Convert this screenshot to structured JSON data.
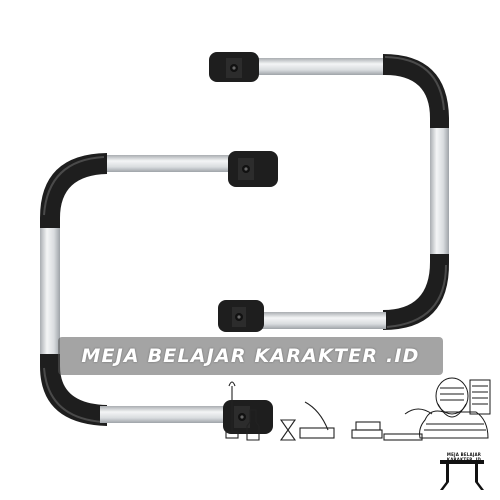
{
  "photo": {
    "subject": "two aluminium grab handles with black bends and mounting brackets",
    "colors": {
      "tube": "#d9dcdf",
      "tube_highlight": "#f4f5f6",
      "tube_shadow": "#a9adb1",
      "rubber": "#1e1e1e",
      "rubber_highlight": "#4a4a4a",
      "background": "#ffffff"
    }
  },
  "watermark": {
    "text": "MEJA BELAJAR KARAKTER .ID",
    "band_color": "rgba(90,90,90,0.55)"
  },
  "logo": {
    "caption": "MEJA BELAJAR KARAKTER .ID"
  }
}
